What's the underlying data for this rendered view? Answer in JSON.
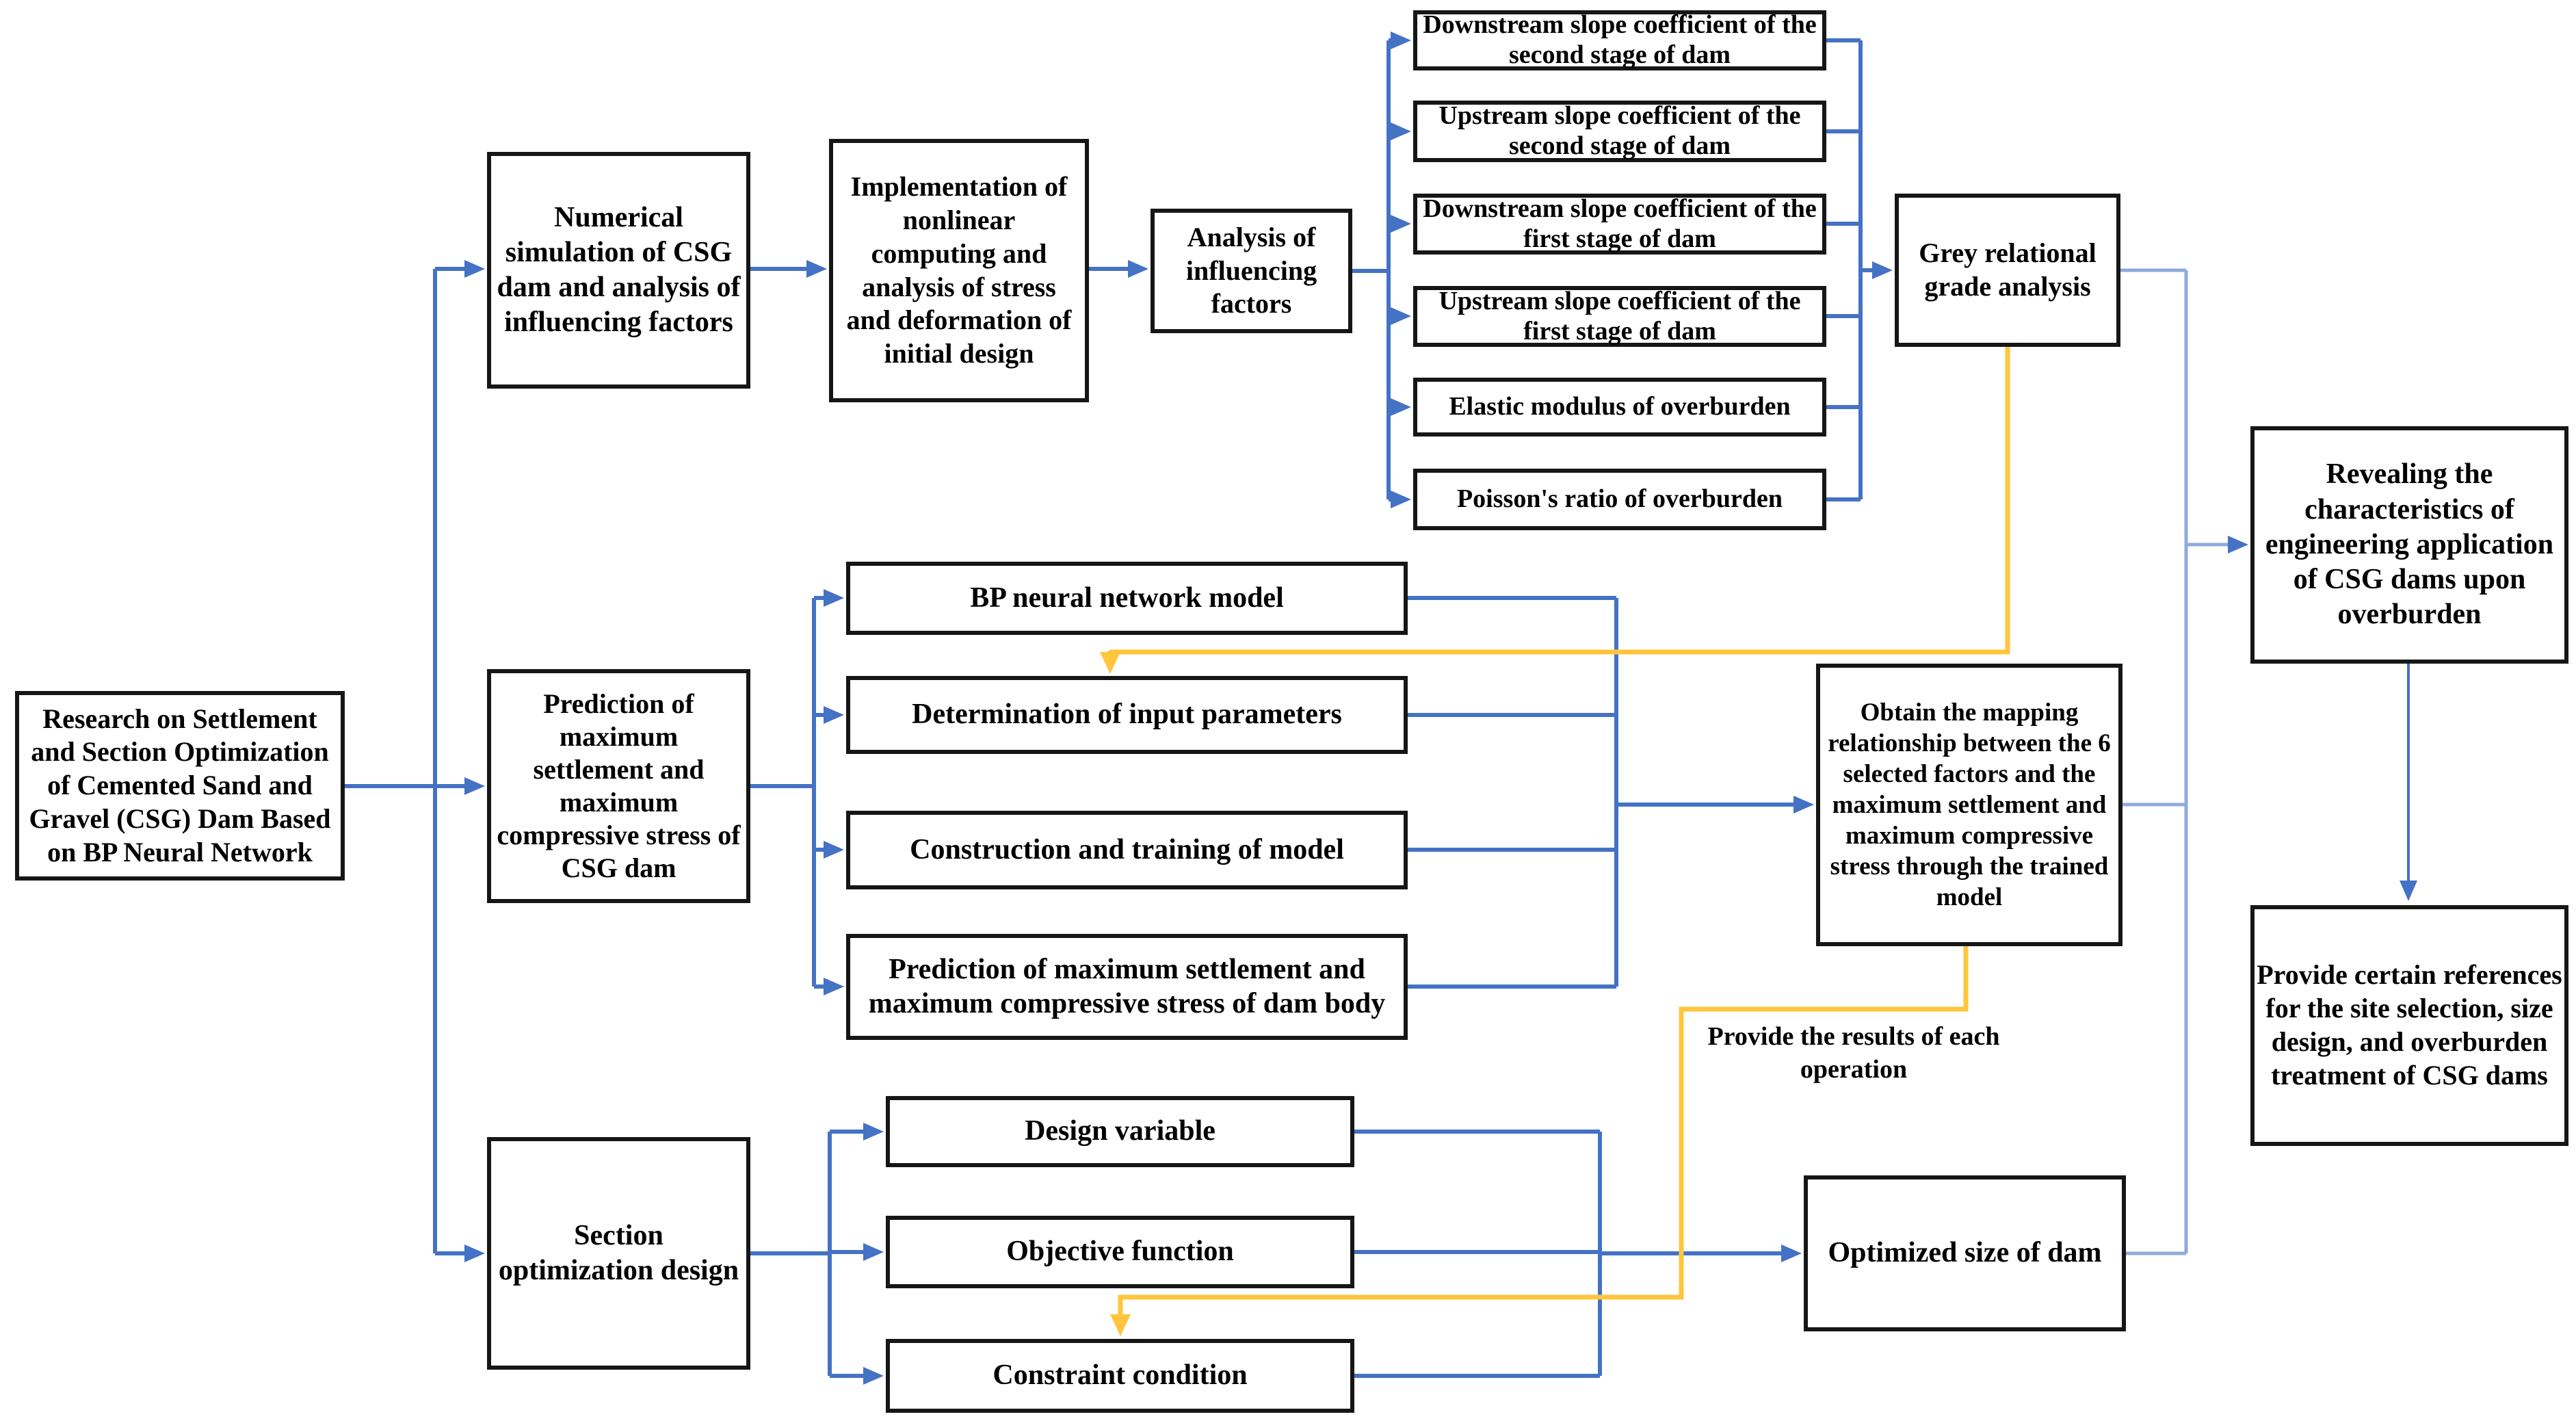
{
  "colors": {
    "connector_blue": "#4472C4",
    "connector_light_blue": "#8FAADC",
    "connector_yellow": "#FFC53D",
    "box_border": "#161616",
    "box_background": "#FFFFFF",
    "text": "#000000"
  },
  "nodes": {
    "left_main": {
      "label": "Research on Settlement and Section Optimization of Cemented Sand and Gravel (CSG) Dam Based on BP Neural Network"
    },
    "numerical_simulation": {
      "label": "Numerical simulation of CSG dam and analysis of influencing factors"
    },
    "implementation": {
      "label": "Implementation of nonlinear computing and analysis of stress and deformation of initial design"
    },
    "analysis_factors": {
      "label": "Analysis of influencing factors"
    },
    "grey_relational": {
      "label": "Grey relational grade analysis"
    },
    "prediction": {
      "label": "Prediction of maximum settlement and maximum compressive stress of CSG dam"
    },
    "obtain_mapping": {
      "label": "Obtain the mapping relationship between the 6 selected factors and the maximum settlement and maximum compressive stress through the trained model"
    },
    "revealing": {
      "label": "Revealing the characteristics of engineering application of CSG dams upon overburden"
    },
    "provide_references": {
      "label": "Provide certain references for the site selection, size design, and overburden treatment of CSG dams"
    },
    "section_optimization": {
      "label": "Section optimization design"
    },
    "optimized_size": {
      "label": "Optimized size of dam"
    }
  },
  "factors": [
    "Downstream slope coefficient of the second stage of dam",
    "Upstream slope coefficient of the second stage of dam",
    "Downstream slope coefficient of the first stage of dam",
    "Upstream slope coefficient of the first stage of dam",
    "Elastic modulus of overburden",
    "Poisson's ratio of overburden"
  ],
  "model_steps": [
    "BP neural network model",
    "Determination of input parameters",
    "Construction and training of model",
    "Prediction of maximum settlement and maximum compressive stress of dam body"
  ],
  "optimization_steps": [
    "Design variable",
    "Objective function",
    "Constraint condition"
  ],
  "annotations": {
    "provide_results": "Provide the results of each operation"
  }
}
